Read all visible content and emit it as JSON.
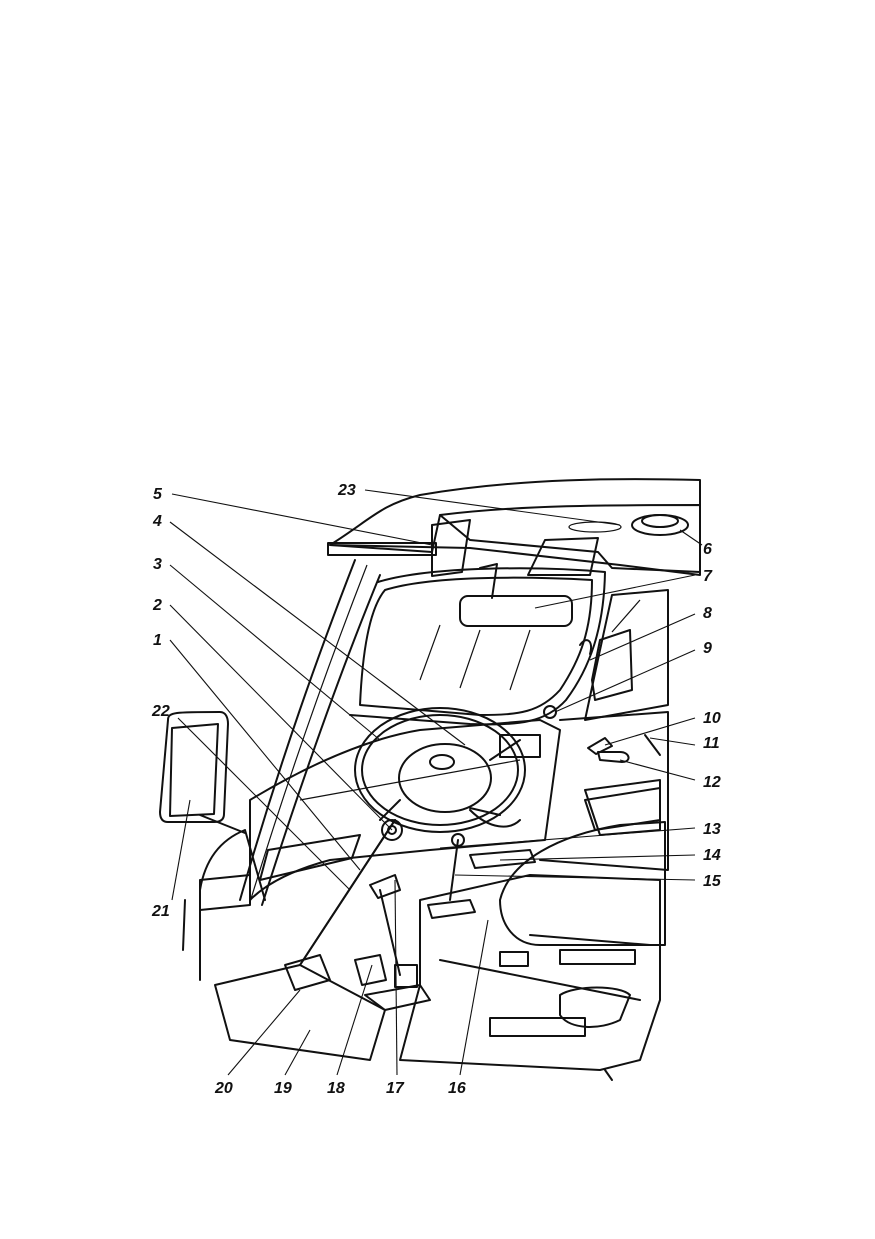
{
  "callouts": {
    "n1": "1",
    "n2": "2",
    "n3": "3",
    "n4": "4",
    "n5": "5",
    "n6": "6",
    "n7": "7",
    "n8": "8",
    "n9": "9",
    "n10": "10",
    "n11": "11",
    "n12": "12",
    "n13": "13",
    "n14": "14",
    "n15": "15",
    "n16": "16",
    "n17": "17",
    "n18": "18",
    "n19": "19",
    "n20": "20",
    "n21": "21",
    "n22": "22",
    "n23": "23"
  },
  "colors": {
    "ink": "#111111",
    "paper": "#ffffff",
    "stipple": "#8a8a8a"
  }
}
